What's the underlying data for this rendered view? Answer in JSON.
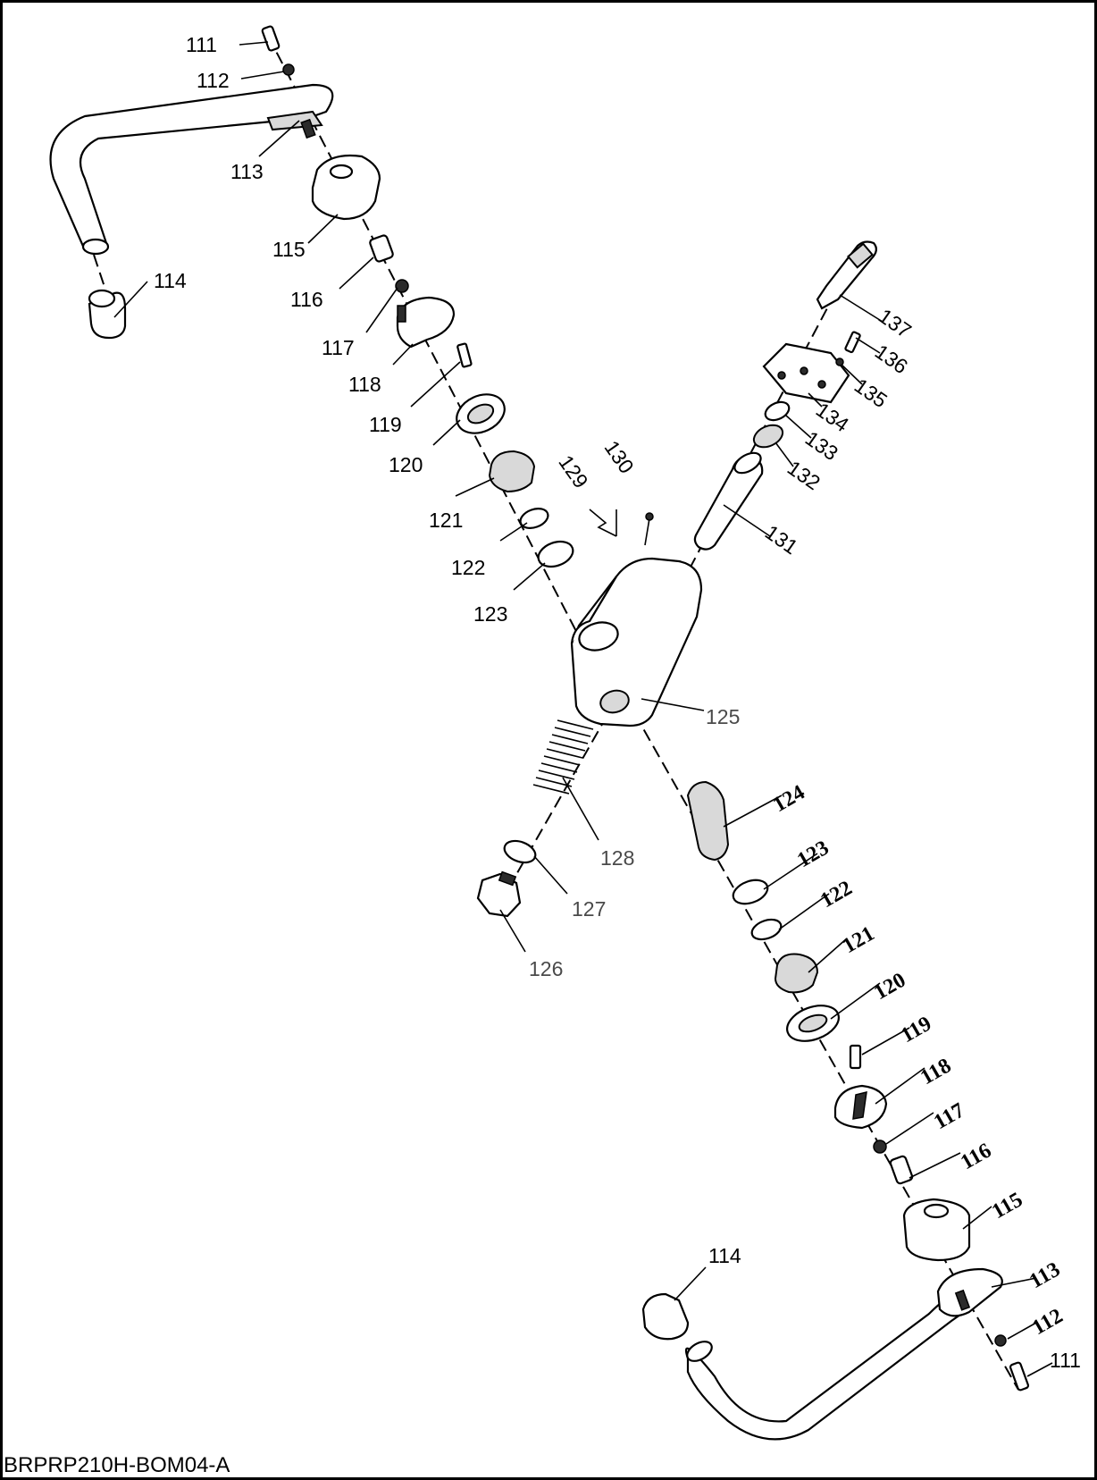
{
  "drawing_id": "BRPRP210H-BOM04-A",
  "labels": {
    "upper_left": {
      "l111": "111",
      "l112": "112",
      "l113": "113",
      "l114": "114",
      "l115": "115",
      "l116": "116",
      "l117": "117",
      "l118": "118",
      "l119": "119",
      "l120": "120",
      "l121": "121",
      "l122": "122",
      "l123": "123"
    },
    "center": {
      "l125": "125",
      "l129": "129",
      "l130": "130"
    },
    "upper_right": {
      "l131": "131",
      "l132": "132",
      "l133": "133",
      "l134": "134",
      "l135": "135",
      "l136": "136",
      "l137": "137"
    },
    "lower_left": {
      "l126": "126",
      "l127": "127",
      "l128": "128"
    },
    "lower_right": {
      "l111": "111",
      "l112": "112",
      "l113": "113",
      "l114": "114",
      "l115": "115",
      "l116": "116",
      "l117": "117",
      "l118": "118",
      "l119": "119",
      "l120": "120",
      "l121": "121",
      "l122": "122",
      "l123": "123",
      "l124": "124"
    }
  }
}
